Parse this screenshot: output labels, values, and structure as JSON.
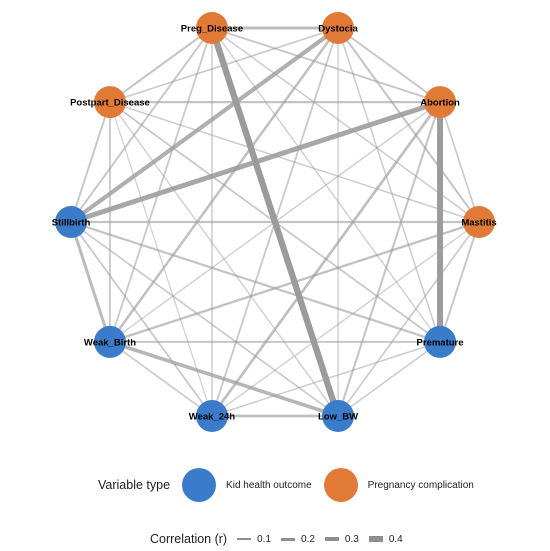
{
  "colors": {
    "kid_health_outcome": "#3a7cc9",
    "pregnancy_complication": "#e27a37",
    "edge": "#9b9b9b"
  },
  "nodes": [
    {
      "id": "Preg_Disease",
      "label": "Preg_Disease",
      "type": "pregnancy_complication"
    },
    {
      "id": "Dystocia",
      "label": "Dystocia",
      "type": "pregnancy_complication"
    },
    {
      "id": "Abortion",
      "label": "Abortion",
      "type": "pregnancy_complication"
    },
    {
      "id": "Mastitis",
      "label": "Mastitis",
      "type": "pregnancy_complication"
    },
    {
      "id": "Premature",
      "label": "Premature",
      "type": "kid_health_outcome"
    },
    {
      "id": "Low_BW",
      "label": "Low_BW",
      "type": "kid_health_outcome"
    },
    {
      "id": "Weak_24h",
      "label": "Weak_24h",
      "type": "kid_health_outcome"
    },
    {
      "id": "Weak_Birth",
      "label": "Weak_Birth",
      "type": "kid_health_outcome"
    },
    {
      "id": "Stillbirth",
      "label": "Stillbirth",
      "type": "kid_health_outcome"
    },
    {
      "id": "Postpart_Disease",
      "label": "Postpart_Disease",
      "type": "pregnancy_complication"
    }
  ],
  "edges": [
    {
      "a": "Preg_Disease",
      "b": "Low_BW",
      "r": 0.42
    },
    {
      "a": "Abortion",
      "b": "Premature",
      "r": 0.4
    },
    {
      "a": "Abortion",
      "b": "Stillbirth",
      "r": 0.33
    },
    {
      "a": "Dystocia",
      "b": "Stillbirth",
      "r": 0.28
    },
    {
      "a": "Weak_Birth",
      "b": "Low_BW",
      "r": 0.24
    },
    {
      "a": "Preg_Disease",
      "b": "Dystocia",
      "r": 0.2
    },
    {
      "a": "Stillbirth",
      "b": "Weak_Birth",
      "r": 0.2
    },
    {
      "a": "Weak_24h",
      "b": "Low_BW",
      "r": 0.18
    },
    {
      "a": "Abortion",
      "b": "Weak_24h",
      "r": 0.18
    },
    {
      "a": "Dystocia",
      "b": "Weak_Birth",
      "r": 0.17
    },
    {
      "a": "Mastitis",
      "b": "Weak_Birth",
      "r": 0.16
    },
    {
      "a": "Postpart_Disease",
      "b": "Abortion",
      "r": 0.15
    },
    {
      "a": "Stillbirth",
      "b": "Premature",
      "r": 0.15
    },
    {
      "a": "Stillbirth",
      "b": "Mastitis",
      "r": 0.15
    },
    {
      "a": "Preg_Disease",
      "b": "Postpart_Disease",
      "r": 0.14
    },
    {
      "a": "Abortion",
      "b": "Low_BW",
      "r": 0.14
    },
    {
      "a": "Dystocia",
      "b": "Mastitis",
      "r": 0.14
    },
    {
      "a": "Preg_Disease",
      "b": "Stillbirth",
      "r": 0.13
    },
    {
      "a": "Preg_Disease",
      "b": "Abortion",
      "r": 0.13
    },
    {
      "a": "Dystocia",
      "b": "Abortion",
      "r": 0.13
    },
    {
      "a": "Postpart_Disease",
      "b": "Stillbirth",
      "r": 0.13
    },
    {
      "a": "Weak_Birth",
      "b": "Premature",
      "r": 0.13
    },
    {
      "a": "Mastitis",
      "b": "Premature",
      "r": 0.13
    },
    {
      "a": "Dystocia",
      "b": "Weak_24h",
      "r": 0.12
    },
    {
      "a": "Postpart_Disease",
      "b": "Premature",
      "r": 0.12
    },
    {
      "a": "Preg_Disease",
      "b": "Weak_Birth",
      "r": 0.12
    },
    {
      "a": "Postpart_Disease",
      "b": "Weak_Birth",
      "r": 0.12
    },
    {
      "a": "Stillbirth",
      "b": "Weak_24h",
      "r": 0.12
    },
    {
      "a": "Postpart_Disease",
      "b": "Dystocia",
      "r": 0.11
    },
    {
      "a": "Abortion",
      "b": "Mastitis",
      "r": 0.11
    },
    {
      "a": "Mastitis",
      "b": "Low_BW",
      "r": 0.11
    },
    {
      "a": "Weak_24h",
      "b": "Weak_Birth",
      "r": 0.11
    },
    {
      "a": "Stillbirth",
      "b": "Low_BW",
      "r": 0.11
    },
    {
      "a": "Dystocia",
      "b": "Premature",
      "r": 0.1
    },
    {
      "a": "Preg_Disease",
      "b": "Mastitis",
      "r": 0.1
    },
    {
      "a": "Preg_Disease",
      "b": "Weak_24h",
      "r": 0.1
    },
    {
      "a": "Postpart_Disease",
      "b": "Mastitis",
      "r": 0.1
    },
    {
      "a": "Premature",
      "b": "Low_BW",
      "r": 0.1
    },
    {
      "a": "Weak_24h",
      "b": "Premature",
      "r": 0.1
    },
    {
      "a": "Postpart_Disease",
      "b": "Low_BW",
      "r": 0.09
    },
    {
      "a": "Dystocia",
      "b": "Low_BW",
      "r": 0.09
    },
    {
      "a": "Preg_Disease",
      "b": "Premature",
      "r": 0.09
    },
    {
      "a": "Abortion",
      "b": "Weak_Birth",
      "r": 0.09
    },
    {
      "a": "Weak_24h",
      "b": "Mastitis",
      "r": 0.09
    },
    {
      "a": "Postpart_Disease",
      "b": "Weak_24h",
      "r": 0.08
    }
  ],
  "legend": {
    "variable_type_title": "Variable type",
    "kid_label": "Kid health outcome",
    "preg_label": "Pregnancy complication",
    "correlation_title": "Correlation (r)",
    "corr_items": [
      {
        "label": "0.1",
        "r": 0.1
      },
      {
        "label": "0.2",
        "r": 0.2
      },
      {
        "label": "0.3",
        "r": 0.3
      },
      {
        "label": "0.4",
        "r": 0.4
      }
    ]
  }
}
